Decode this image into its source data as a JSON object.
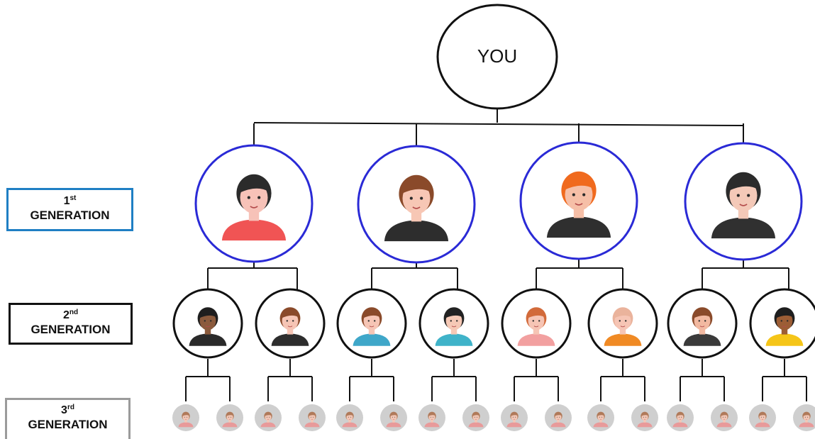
{
  "root": {
    "label": "YOU"
  },
  "generations": [
    {
      "number": "1",
      "suffix": "st",
      "word": "GENERATION",
      "border_color": "#1f7fc4"
    },
    {
      "number": "2",
      "suffix": "nd",
      "word": "GENERATION",
      "border_color": "#111111"
    },
    {
      "number": "3",
      "suffix": "rd",
      "word": "GENERATION",
      "border_color": "#9b9b9b"
    }
  ],
  "colors": {
    "line": "#111111",
    "first_gen_ring": "#2a2ad6",
    "second_gen_ring": "#111111",
    "third_gen_fill": "#cfcfcf"
  },
  "first_generation": [
    {
      "icon": "woman-long-dark-hair-avatar-icon",
      "hair": "#2b2b2b",
      "skin": "#f7c2b8",
      "shirt": "#f05454"
    },
    {
      "icon": "woman-ponytail-suit-avatar-icon",
      "hair": "#8a4a2a",
      "skin": "#f7c7b5",
      "shirt": "#2d2d2d"
    },
    {
      "icon": "man-sunglasses-beard-avatar-icon",
      "hair": "#f06a1e",
      "skin": "#f6bfa7",
      "shirt": "#2f2f2f"
    },
    {
      "icon": "man-bald-beard-avatar-icon",
      "hair": "#2b2b2b",
      "skin": "#f4c9b8",
      "shirt": "#303030"
    }
  ],
  "second_generation": [
    {
      "icon": "man-dark-skin-beard-suit-avatar-icon",
      "hair": "#1e1e1e",
      "skin": "#8b5a3c",
      "shirt": "#2a2a2a"
    },
    {
      "icon": "woman-brown-hair-suit-avatar-icon",
      "hair": "#8a4a2a",
      "skin": "#f6c5b5",
      "shirt": "#2d2d2d"
    },
    {
      "icon": "man-glasses-bowtie-avatar-icon",
      "hair": "#8a4a2a",
      "skin": "#f6c5b5",
      "shirt": "#3fa7c9"
    },
    {
      "icon": "woman-dark-hair-nurse-avatar-icon",
      "hair": "#222222",
      "skin": "#f6c9b6",
      "shirt": "#3fb3c9"
    },
    {
      "icon": "boy-striped-shirt-avatar-icon",
      "hair": "#d26a3a",
      "skin": "#f6c5b5",
      "shirt": "#f2a0a0"
    },
    {
      "icon": "bald-man-beard-vest-avatar-icon",
      "hair": "#eab39c",
      "skin": "#f6c5b5",
      "shirt": "#f08a24"
    },
    {
      "icon": "man-brown-beard-suit-avatar-icon",
      "hair": "#8a4a2a",
      "skin": "#f2b9a1",
      "shirt": "#3a3a3a"
    },
    {
      "icon": "man-dark-skin-yellow-shirt-avatar-icon",
      "hair": "#1e1e1e",
      "skin": "#9c5d35",
      "shirt": "#f5c518"
    }
  ],
  "third_generation": {
    "count": 16,
    "icon": "small-person-avatar-icon",
    "skin": "#f3c7b6",
    "hair": "#b07a5a",
    "shirt": "#e89a9a"
  }
}
